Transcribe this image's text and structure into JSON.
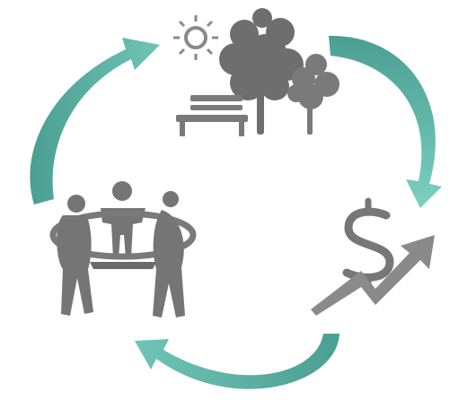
{
  "diagram": {
    "type": "cycle",
    "nodes": [
      {
        "id": "nature",
        "icon": "park-tree-bench-sun-icon"
      },
      {
        "id": "economy",
        "icon": "dollar-growth-arrow-icon"
      },
      {
        "id": "community",
        "icon": "people-circle-icon"
      }
    ],
    "edges": [
      {
        "from": "nature",
        "to": "economy",
        "icon": "curved-arrow-icon"
      },
      {
        "from": "economy",
        "to": "community",
        "icon": "curved-arrow-icon"
      },
      {
        "from": "community",
        "to": "nature",
        "icon": "curved-arrow-icon"
      }
    ],
    "colors": {
      "arrow": "#6fc4b6",
      "arrow_dark": "#4a9f92",
      "icon_gray": "#7a7a7a",
      "icon_light": "#9a9a9a",
      "icon_dark": "#5a5a5a",
      "background": "#ffffff"
    }
  }
}
